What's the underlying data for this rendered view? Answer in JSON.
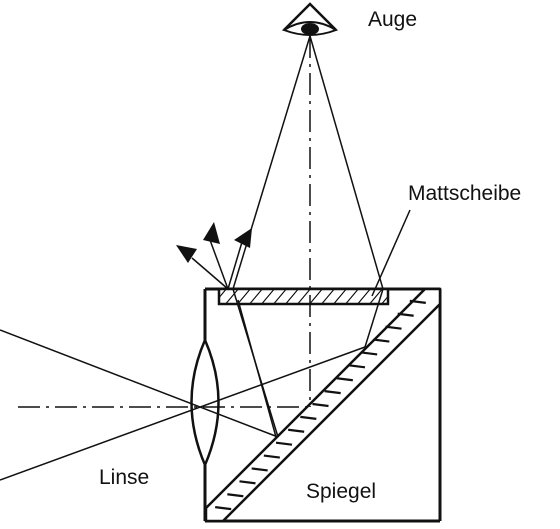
{
  "labels": {
    "auge": "Auge",
    "mattscheibe": "Mattscheibe",
    "linse": "Linse",
    "spiegel": "Spiegel"
  },
  "colors": {
    "ink": "#111111",
    "background": "#ffffff"
  }
}
